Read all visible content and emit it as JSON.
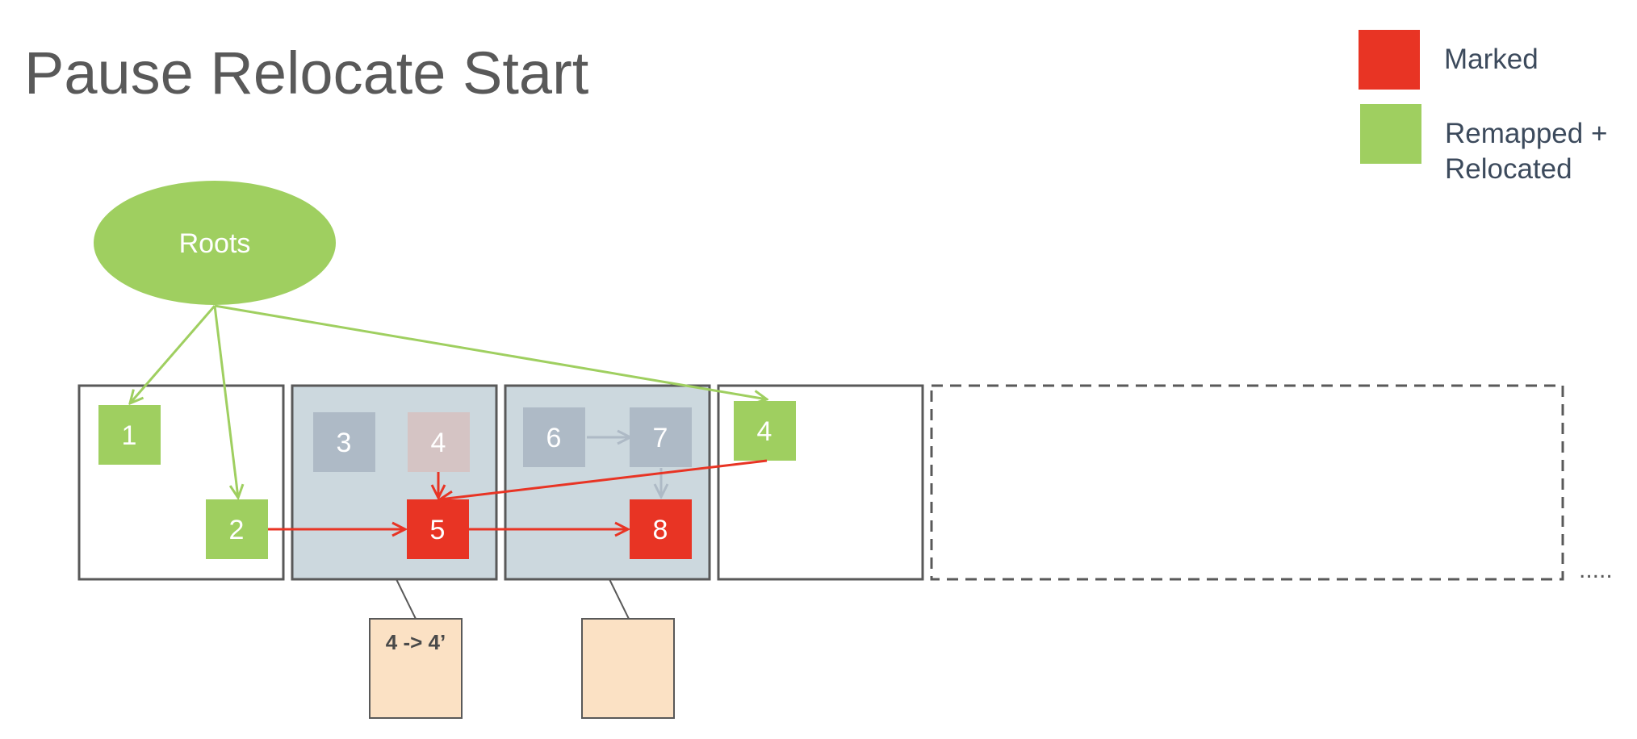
{
  "title": "Pause Relocate Start",
  "legend": {
    "marked": {
      "label": "Marked",
      "color": "#e83424"
    },
    "remapped": {
      "line1": "Remapped +",
      "line2": "Relocated",
      "color": "#9fcf60"
    }
  },
  "roots": {
    "label": "Roots",
    "color": "#9fcf60"
  },
  "nodes": {
    "n1": "1",
    "n2": "2",
    "n3": "3",
    "n4_old": "4",
    "n4_new": "4",
    "n5": "5",
    "n6": "6",
    "n7": "7",
    "n8": "8"
  },
  "forwarding": {
    "table1": "4 -> 4’",
    "table2": ""
  },
  "ellipsis": "....."
}
